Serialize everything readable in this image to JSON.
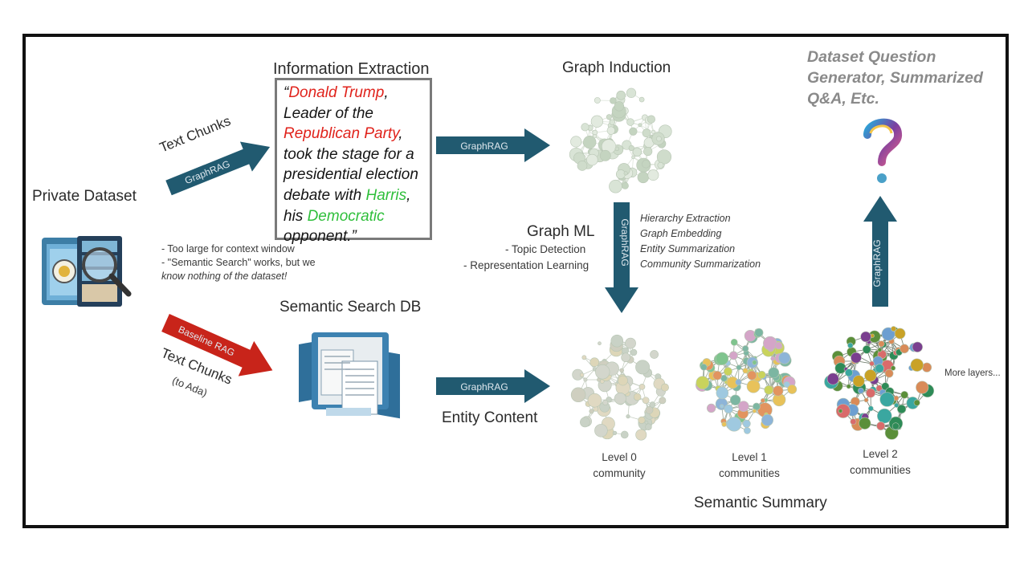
{
  "private_dataset": {
    "label": "Private Dataset",
    "notes": [
      "- Too large for context window",
      "- \"Semantic Search\" works, but we",
      "know nothing of the dataset!"
    ]
  },
  "text_chunks_top": {
    "label": "Text Chunks",
    "arrow_label": "GraphRAG"
  },
  "text_chunks_bottom": {
    "label": "Text Chunks",
    "sub_label": "(to Ada)",
    "arrow_label": "Baseline RAG"
  },
  "information_extraction": {
    "title": "Information Extraction",
    "quote": [
      [
        {
          "t": "“",
          "c": "normal"
        },
        {
          "t": "Donald Trump",
          "c": "red"
        },
        {
          "t": ",",
          "c": "normal"
        }
      ],
      [
        {
          "t": "Leader of the",
          "c": "normal"
        }
      ],
      [
        {
          "t": "Republican Party",
          "c": "red"
        },
        {
          "t": ",",
          "c": "normal"
        }
      ],
      [
        {
          "t": "took the stage for a",
          "c": "normal"
        }
      ],
      [
        {
          "t": "presidential election",
          "c": "normal"
        }
      ],
      [
        {
          "t": "debate with ",
          "c": "normal"
        },
        {
          "t": "Harris",
          "c": "green"
        },
        {
          "t": ",",
          "c": "normal"
        }
      ],
      [
        {
          "t": "his ",
          "c": "normal"
        },
        {
          "t": "Democratic",
          "c": "green"
        }
      ],
      [
        {
          "t": "opponent.”",
          "c": "normal"
        }
      ]
    ]
  },
  "arrow_extraction_to_graph": {
    "label": "GraphRAG"
  },
  "graph_induction": {
    "title": "Graph Induction"
  },
  "graph_ml": {
    "title": "Graph ML",
    "items": [
      "- Topic Detection",
      "- Representation Learning"
    ],
    "arrow_label": "GraphRAG",
    "techniques": [
      "Hierarchy Extraction",
      "Graph Embedding",
      "Entity Summarization",
      "Community Summarization"
    ]
  },
  "semantic_search_db": {
    "title": "Semantic Search DB"
  },
  "arrow_db_to_level0": {
    "label": "GraphRAG"
  },
  "entity_content": {
    "label": "Entity Content"
  },
  "levels": [
    {
      "line1": "Level 0",
      "line2": "community"
    },
    {
      "line1": "Level 1",
      "line2": "communities"
    },
    {
      "line1": "Level 2",
      "line2": "communities"
    }
  ],
  "more_layers": "More layers...",
  "semantic_summary": "Semantic Summary",
  "arrow_up": {
    "label": "GraphRAG"
  },
  "question_generator": {
    "lines": [
      "Dataset Question",
      "Generator, Summarized",
      "Q&A, Etc."
    ],
    "icon": "question-mark-icon"
  },
  "colors": {
    "arrow_blue": "#215a70",
    "arrow_red": "#c8241a",
    "node_green": "#c9d8c4",
    "entity_red": "#e0231c",
    "entity_green": "#2fbf3b"
  }
}
